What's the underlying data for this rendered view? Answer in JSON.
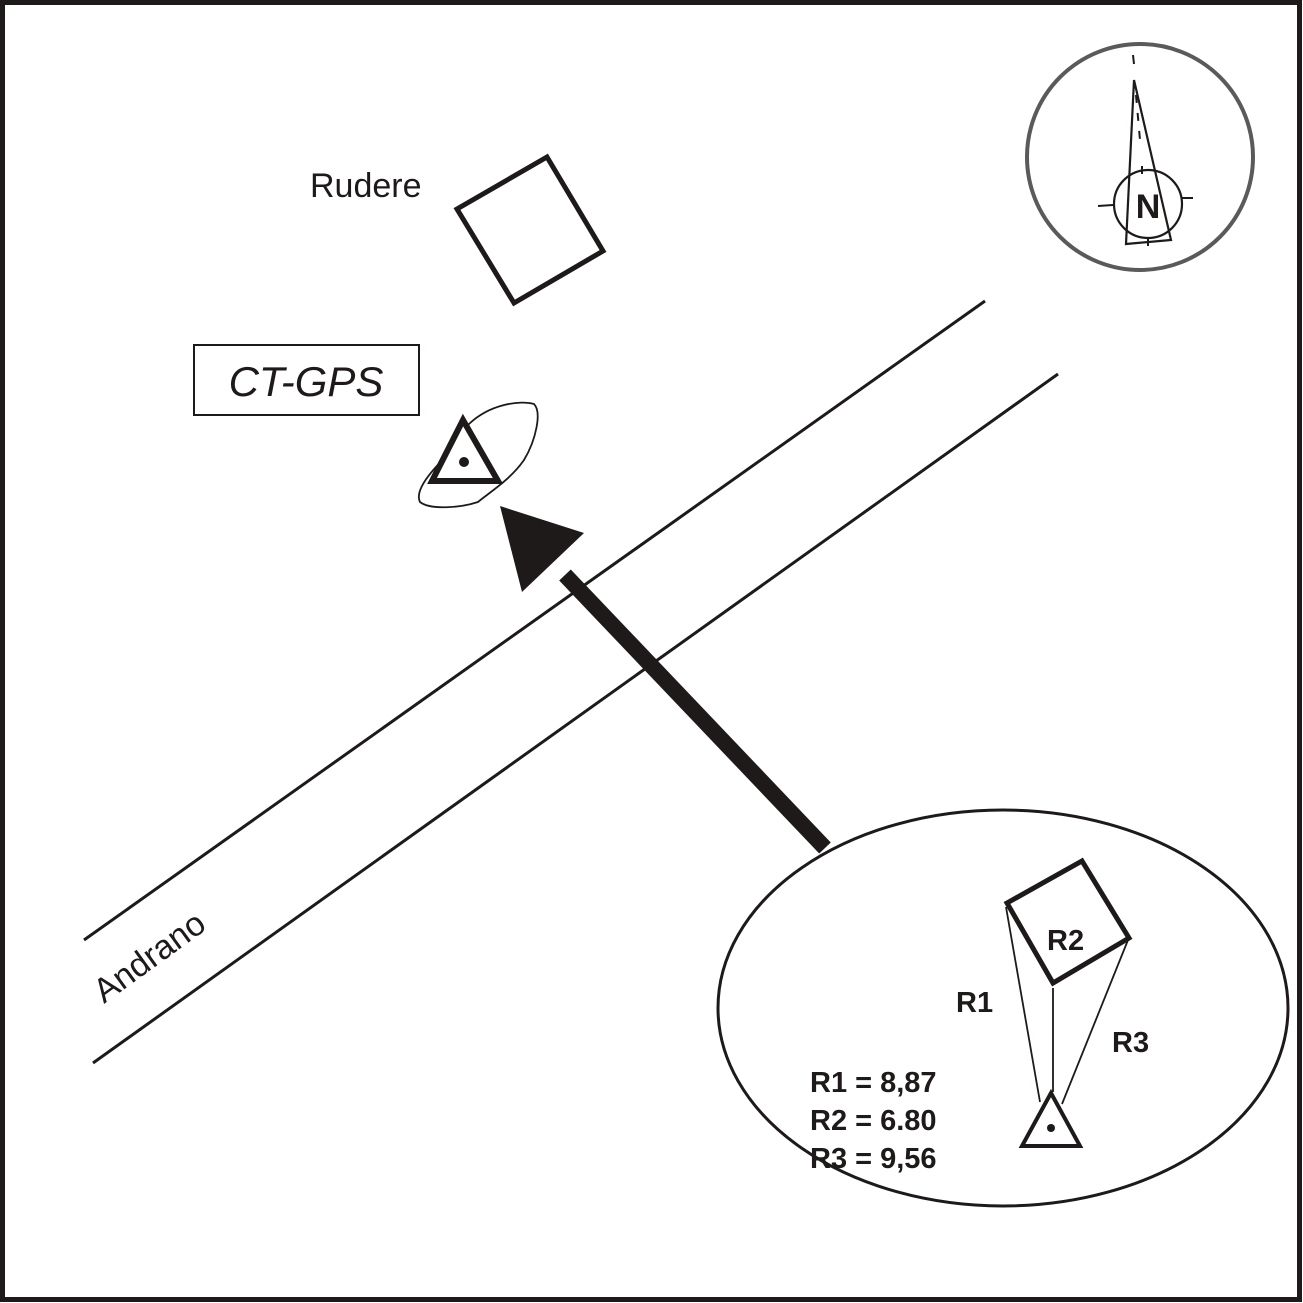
{
  "diagram": {
    "title": "Survey sketch: CT-GPS station location",
    "colors": {
      "ink": "#1e1a1a",
      "compass_ring": "#5a5a5a",
      "background": "#ffffff"
    },
    "labels": {
      "ruin": "Rudere",
      "station": "CT-GPS",
      "road": "Andrano",
      "north": "N"
    },
    "detail_inset": {
      "building_label": "R2",
      "r1_label": "R1",
      "r3_label": "R3",
      "measurements": [
        {
          "text": "R1 = 8,87",
          "name": "R1",
          "value": "8,87"
        },
        {
          "text": "R2 = 6.80",
          "name": "R2",
          "value": "6.80"
        },
        {
          "text": "R3 = 9,56",
          "name": "R3",
          "value": "9,56"
        }
      ]
    },
    "icons": {
      "station_marker": "triangle-with-dot-icon",
      "north_arrow": "north-arrow-icon",
      "ruin_building": "square-building-icon",
      "direction_arrow": "arrow-icon"
    }
  }
}
